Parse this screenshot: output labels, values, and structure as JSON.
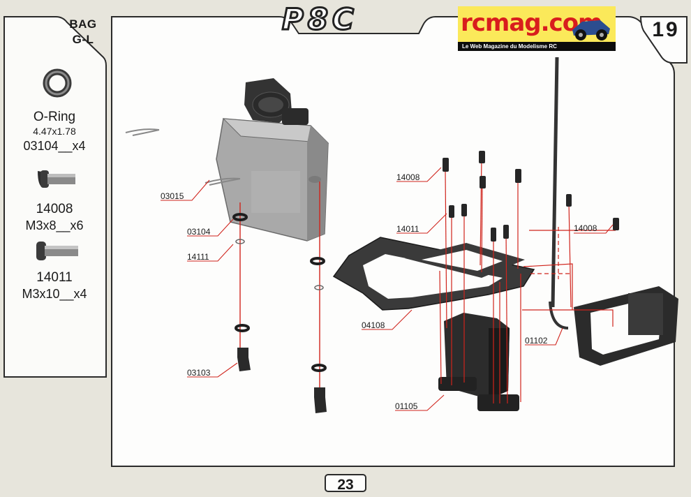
{
  "header": {
    "model_logo": "P8C",
    "bag": [
      "BAG",
      "G-L"
    ],
    "page_step": "19"
  },
  "watermark": {
    "site": "rcmag.com",
    "tagline": "Le Web Magazine du Modelisme RC"
  },
  "sidebar": {
    "items": [
      {
        "icon": "o-ring-icon",
        "name": "O-Ring",
        "size": "4.47x1.78",
        "code": "03104__x4"
      },
      {
        "icon": "button-head-screw-icon",
        "name": "14008",
        "code": "M3x8__x6"
      },
      {
        "icon": "button-head-screw-icon",
        "name": "14011",
        "code": "M3x10__x4"
      }
    ]
  },
  "callouts": [
    "03015",
    "03104",
    "14111",
    "03103",
    "14008",
    "14011",
    "14008",
    "04108",
    "01102",
    "01105"
  ],
  "footer": {
    "page_number": "23"
  },
  "colors": {
    "leader_line": "#d0241c",
    "background": "#e7e5dc",
    "panel": "#ffffff"
  }
}
